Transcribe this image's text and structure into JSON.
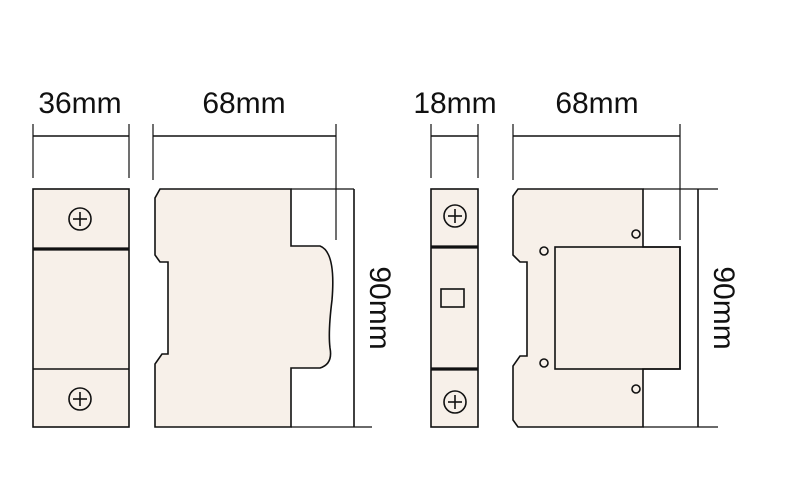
{
  "labels": {
    "left_width": "36mm",
    "left_depth": "68mm",
    "left_height": "90mm",
    "right_width": "18mm",
    "right_depth": "68mm",
    "right_height": "90mm"
  },
  "colors": {
    "line": "#111111",
    "fill": "#f7f0e9",
    "background": "#ffffff"
  }
}
